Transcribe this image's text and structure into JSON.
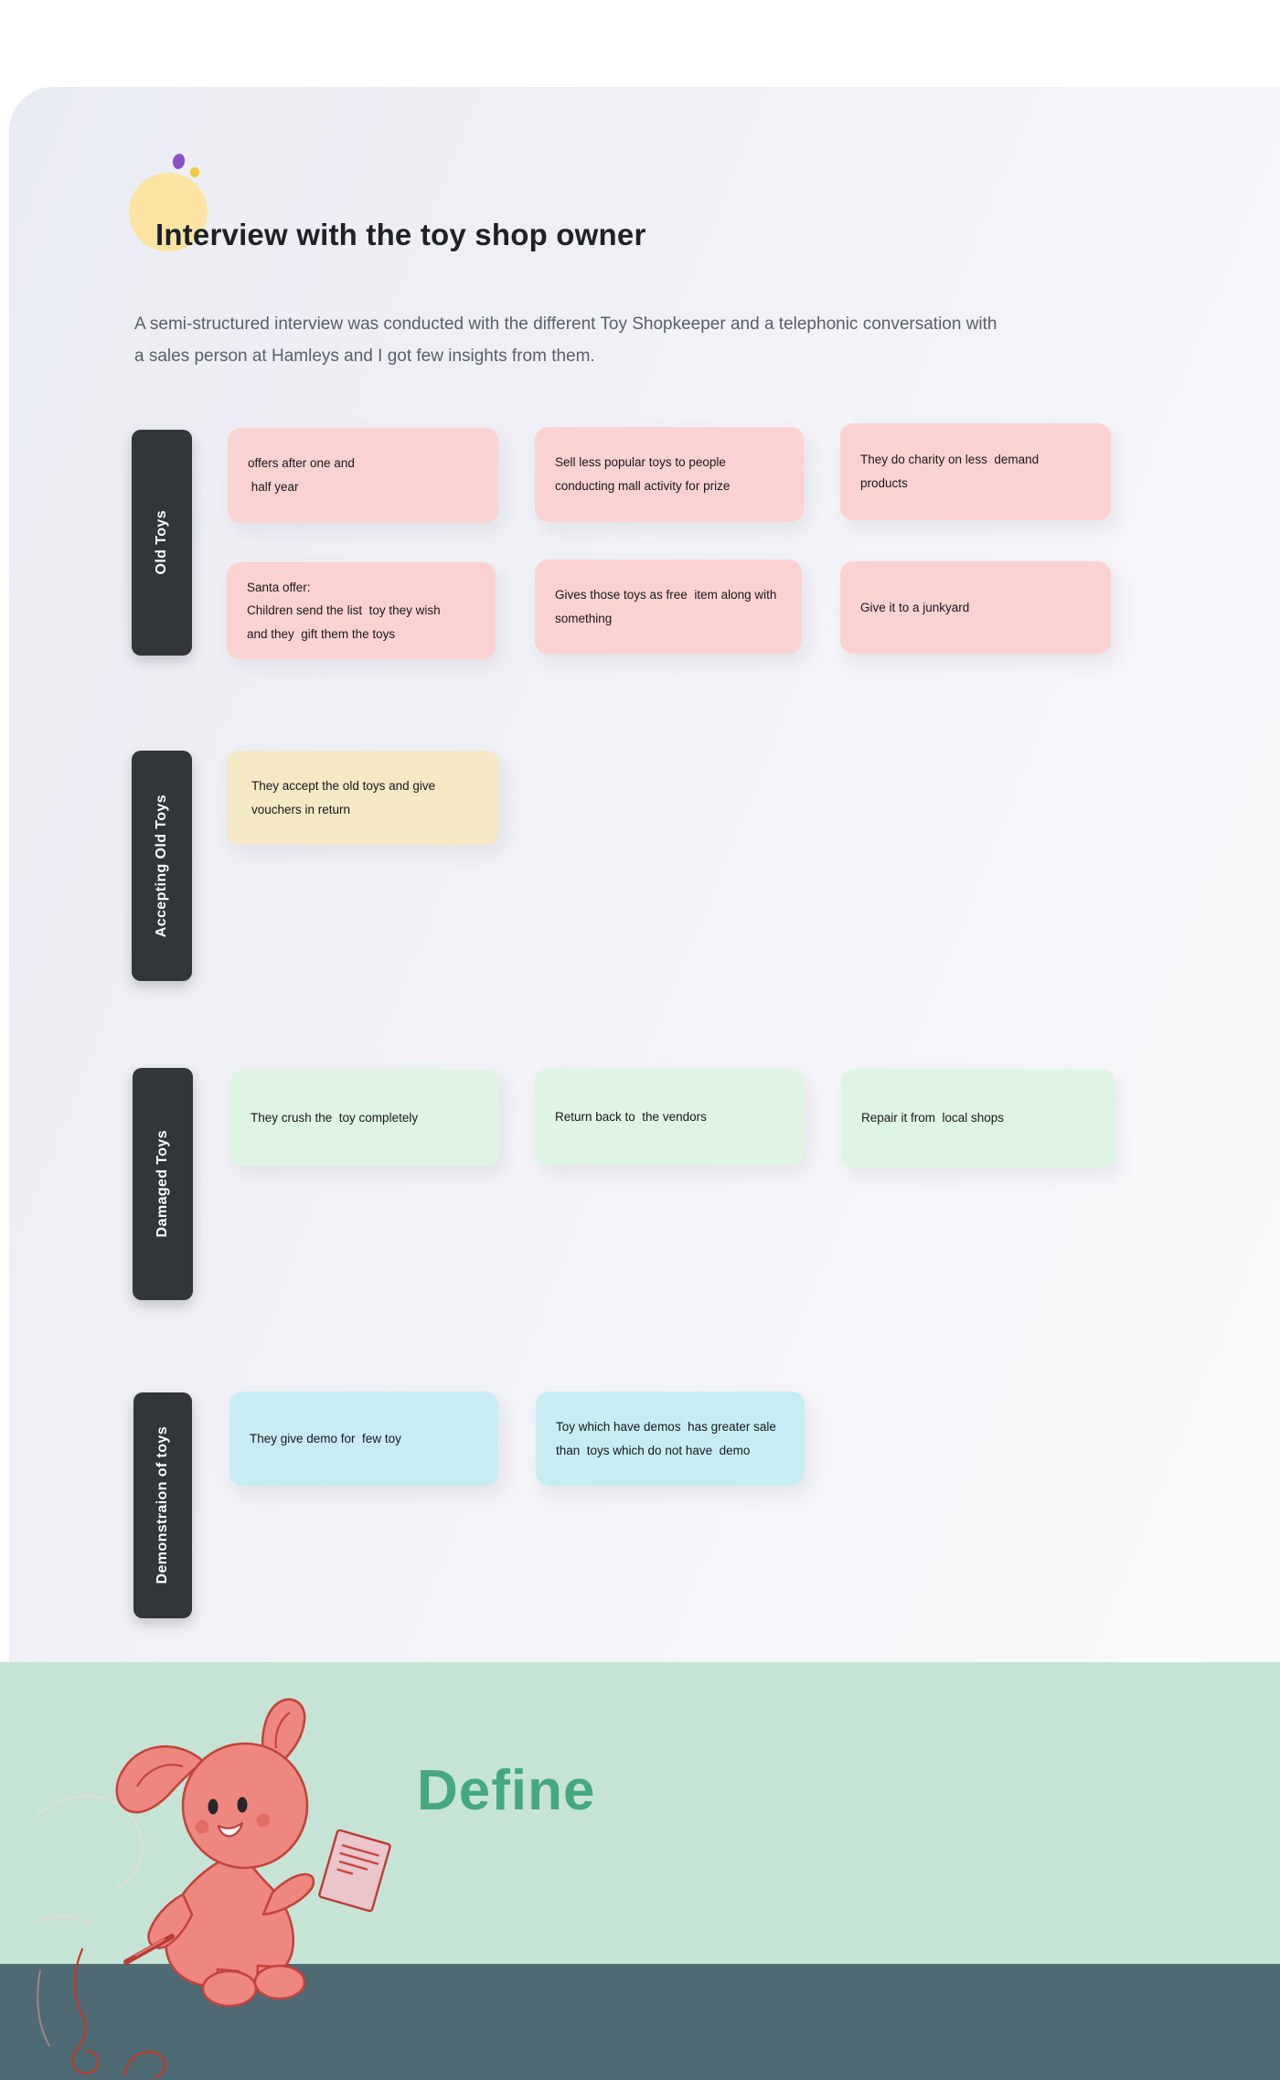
{
  "page": {
    "title": "Interview with the toy shop owner",
    "intro": "A semi-structured interview was conducted with the different Toy Shopkeeper and a telephonic conversation with\na sales person at Hamleys and I got few insights from them."
  },
  "groups": [
    {
      "label": "Old Toys",
      "notes": [
        "offers after one and\n half year",
        "Sell less popular toys to people\nconducting mall activity for prize",
        "They do charity on less  demand\nproducts",
        "Santa offer:\nChildren send the list  toy they wish\nand they  gift them the toys",
        "Gives those toys as free  item along with\nsomething",
        "Give it to a junkyard"
      ]
    },
    {
      "label": "Accepting Old Toys",
      "notes": [
        "They accept the old toys and give\nvouchers in return"
      ]
    },
    {
      "label": "Damaged Toys",
      "notes": [
        "They crush the  toy completely",
        "Return back to  the vendors",
        "Repair it from  local shops"
      ]
    },
    {
      "label": "Demonstraion of toys",
      "notes": [
        "They give demo for  few toy",
        "Toy which have demos  has greater sale\nthan  toys which do not have  demo"
      ]
    }
  ],
  "define": {
    "heading": "Define"
  },
  "illustrations": {
    "bunny": "pink-bunny-holding-notes-and-pen"
  },
  "colors": {
    "note_pink": "#fbd2d2",
    "note_yellow": "#f4e8c5",
    "note_green": "#dff5e3",
    "note_blue": "#c8ecf4",
    "label_bg": "#323539",
    "define_bg": "#c6e4d5",
    "define_text": "#45a87e",
    "footer_bg": "#4e6a72",
    "accent_circle": "#fbe3a1",
    "dot_purple": "#8b52c5",
    "dot_gold": "#f2cb3d",
    "bunny_body": "#ef8781",
    "bunny_outline": "#c2443d"
  }
}
